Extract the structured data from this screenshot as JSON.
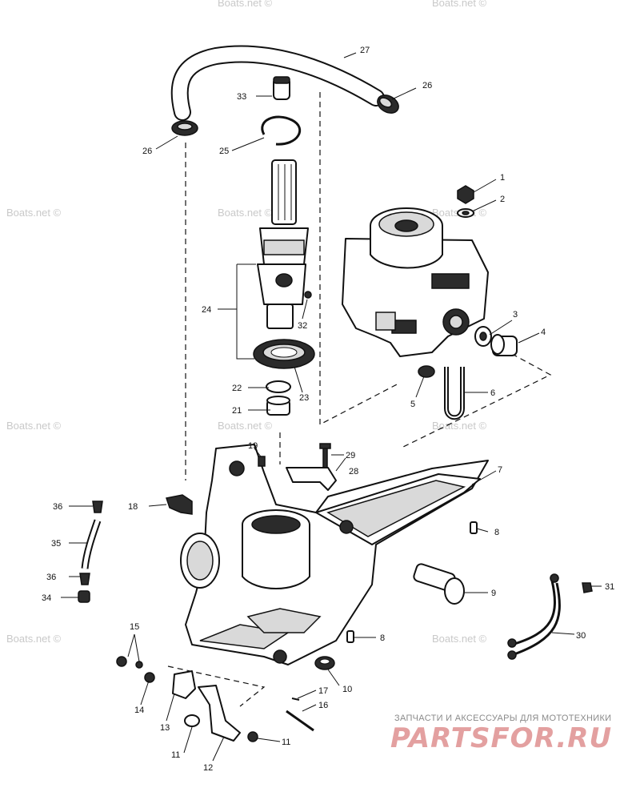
{
  "callouts": [
    "1",
    "2",
    "3",
    "4",
    "5",
    "6",
    "7",
    "8",
    "8",
    "9",
    "10",
    "11",
    "11",
    "12",
    "13",
    "14",
    "15",
    "16",
    "17",
    "18",
    "19",
    "21",
    "22",
    "23",
    "24",
    "25",
    "26",
    "26",
    "27",
    "28",
    "29",
    "30",
    "31",
    "32",
    "33",
    "34",
    "35",
    "36",
    "36"
  ],
  "watermarks": [
    "Boats.net ©",
    "Boats.net ©",
    "Boats.net ©",
    "Boats.net ©",
    "Boats.net ©",
    "Boats.net ©",
    "Boats.net ©",
    "Boats.net ©",
    "Boats.net ©",
    "Boats.net ©"
  ],
  "brand": {
    "caption": "ЗАПЧАСТИ И АКСЕССУАРЫ ДЛЯ МОТОТЕХНИКИ",
    "logo": "PARTSFOR.RU"
  },
  "colors": {
    "line": "#111111",
    "watermark": "#c9c9c9",
    "logo": "#e3a0a0"
  }
}
